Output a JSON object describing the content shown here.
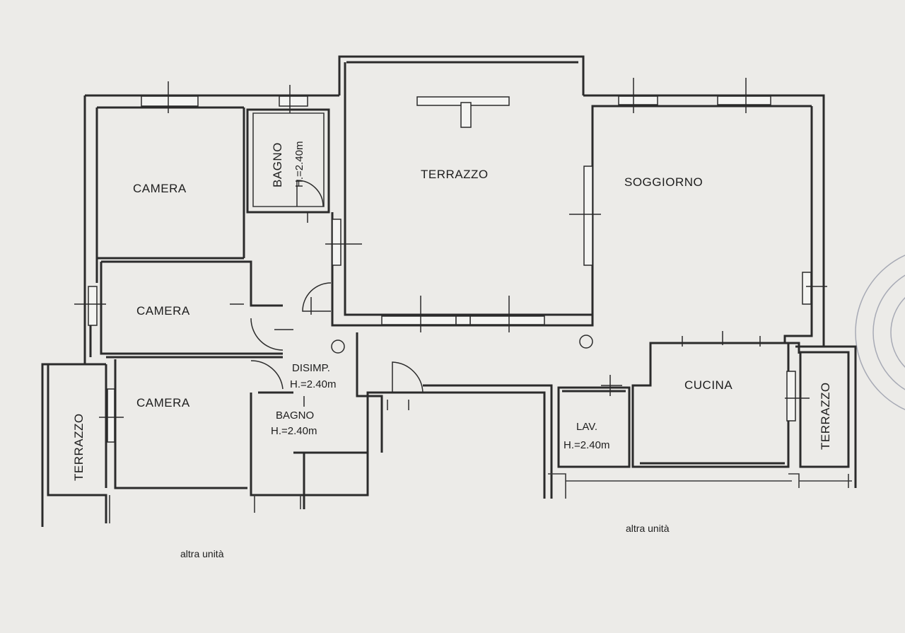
{
  "rooms": {
    "camera_1": "CAMERA",
    "camera_2": "CAMERA",
    "camera_3": "CAMERA",
    "bagno_top": "BAGNO",
    "bagno_top_height": "H.=2.40m",
    "terrazzo_center": "TERRAZZO",
    "soggiorno": "SOGGIORNO",
    "disimpegno": "DISIMP.",
    "disimpegno_height": "H.=2.40m",
    "bagno_bottom": "BAGNO",
    "bagno_bottom_height": "H.=2.40m",
    "terrazzo_left": "TERRAZZO",
    "cucina": "CUCINA",
    "lavanderia": "LAV.",
    "lavanderia_height": "H.=2.40m",
    "terrazzo_right": "TERRAZZO"
  },
  "notes": {
    "altra_unita_left": "altra unità",
    "altra_unita_right": "altra unità"
  }
}
